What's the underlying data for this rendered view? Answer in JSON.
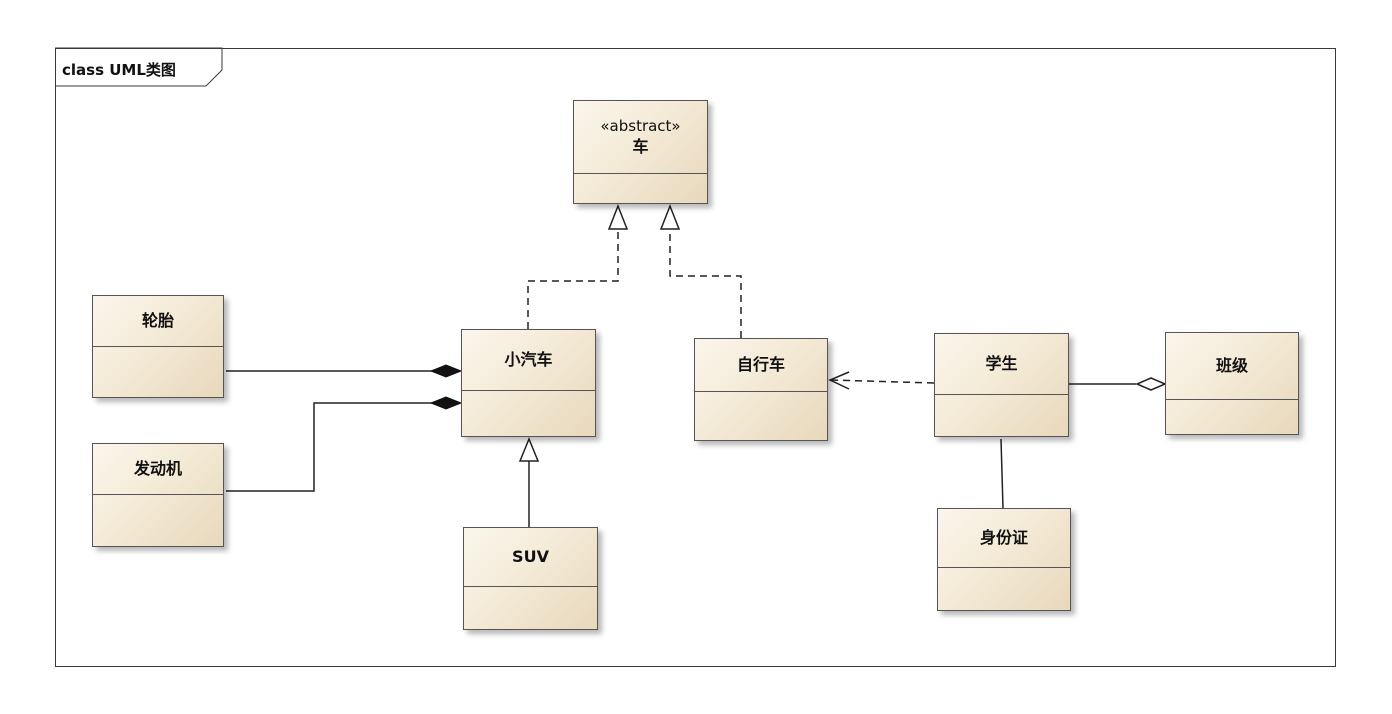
{
  "frame": {
    "label": "class UML类图"
  },
  "classes": {
    "che": {
      "stereotype": "«abstract»",
      "name": "车"
    },
    "luntai": {
      "name": "轮胎"
    },
    "fadongji": {
      "name": "发动机"
    },
    "xiaoqiche": {
      "name": "小汽车"
    },
    "suv": {
      "name": "SUV"
    },
    "zixingche": {
      "name": "自行车"
    },
    "xuesheng": {
      "name": "学生"
    },
    "banji": {
      "name": "班级"
    },
    "shenfenzheng": {
      "name": "身份证"
    }
  },
  "relationships": [
    {
      "from": "小汽车",
      "to": "车",
      "type": "realization"
    },
    {
      "from": "自行车",
      "to": "车",
      "type": "realization"
    },
    {
      "from": "SUV",
      "to": "小汽车",
      "type": "generalization"
    },
    {
      "from": "轮胎",
      "to": "小汽车",
      "type": "composition"
    },
    {
      "from": "发动机",
      "to": "小汽车",
      "type": "composition"
    },
    {
      "from": "学生",
      "to": "自行车",
      "type": "dependency"
    },
    {
      "from": "学生",
      "to": "班级",
      "type": "aggregation"
    },
    {
      "from": "学生",
      "to": "身份证",
      "type": "association"
    }
  ],
  "colors": {
    "class_fill_light": "#fbf6ec",
    "class_fill_dark": "#e8d8bb",
    "line": "#222222"
  }
}
